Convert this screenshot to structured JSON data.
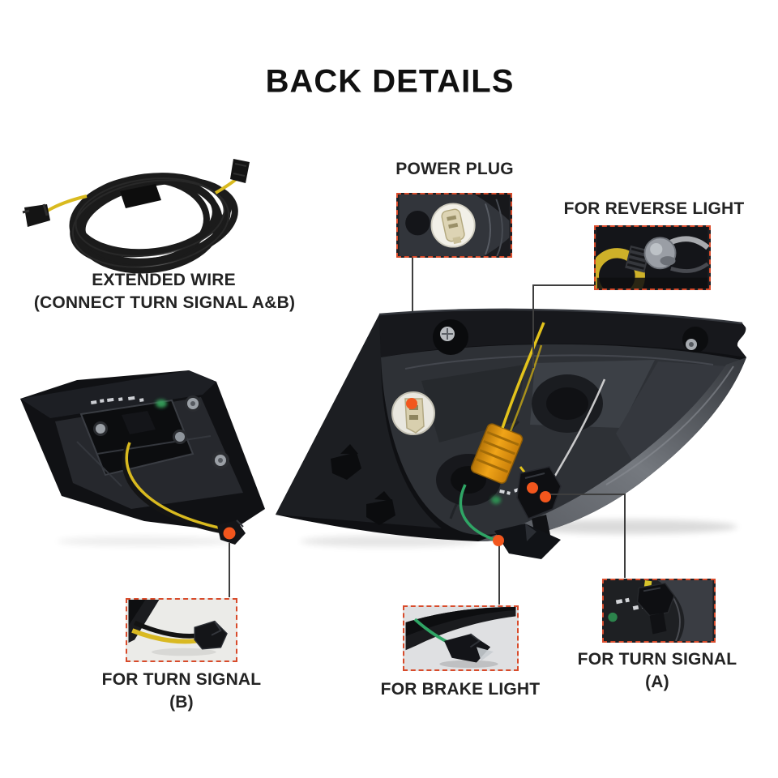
{
  "title": "BACK DETAILS",
  "colors": {
    "background": "#ffffff",
    "label_text": "#232323",
    "inset_dashed_border": "#d84b2b",
    "marker_dot": "#f2561d",
    "callout_line": "#3e3e3e",
    "resistor_gold": "#e09а10",
    "wire_yellow": "#d9ba1f",
    "wire_green": "#2fa565"
  },
  "labels": {
    "power_plug": "POWER PLUG",
    "reverse_light": "FOR REVERSE LIGHT",
    "extended_wire_line1": "EXTENDED WIRE",
    "extended_wire_line2": "(CONNECT TURN SIGNAL A&B)",
    "turn_signal_b_line1": "FOR TURN SIGNAL",
    "turn_signal_b_line2": "(B)",
    "brake_light": "FOR BRAKE LIGHT",
    "turn_signal_a_line1": "FOR TURN SIGNAL",
    "turn_signal_a_line2": "(A)"
  },
  "callouts": [
    {
      "id": "power-plug",
      "label": "POWER PLUG",
      "inset_style": "dark",
      "points_to": "white round power plug socket on tail light back"
    },
    {
      "id": "reverse-light",
      "label": "FOR REVERSE LIGHT",
      "inset_style": "dark",
      "points_to": "reverse bulb socket inside housing"
    },
    {
      "id": "turn-signal-b",
      "label": "FOR TURN SIGNAL (B)",
      "inset_style": "light",
      "points_to": "yellow-wire connector on inner (trunk) lamp"
    },
    {
      "id": "brake-light",
      "label": "FOR BRAKE LIGHT",
      "inset_style": "light",
      "points_to": "green-wire brake bulb socket"
    },
    {
      "id": "turn-signal-a",
      "label": "FOR TURN SIGNAL (A)",
      "inset_style": "dark",
      "points_to": "turn signal connector on outer lamp"
    }
  ]
}
